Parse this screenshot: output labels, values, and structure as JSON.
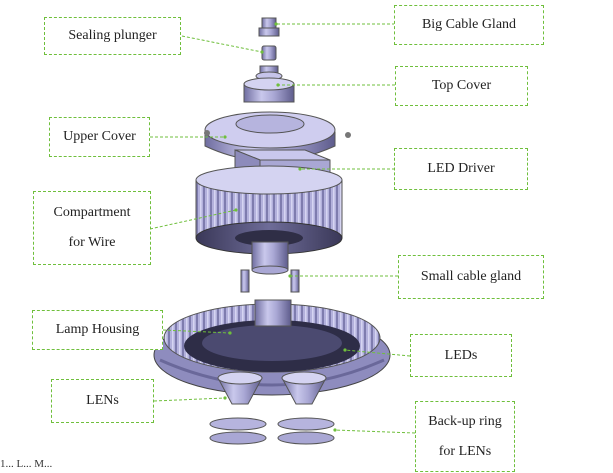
{
  "labels": {
    "sealing_plunger": "Sealing plunger",
    "big_cable_gland": "Big Cable Gland",
    "top_cover": "Top Cover",
    "upper_cover": "Upper Cover",
    "led_driver": "LED Driver",
    "compartment_line1": "Compartment",
    "compartment_line2": "for Wire",
    "small_cable_gland": "Small cable gland",
    "lamp_housing": "Lamp Housing",
    "leds": "LEDs",
    "lens": "LENs",
    "backup_ring_line1": "Back-up ring",
    "backup_ring_line2": "for LENs"
  },
  "caption": "1... L... M...",
  "colors": {
    "leader": "#6fbf3c",
    "metal": "#9a98c9"
  }
}
